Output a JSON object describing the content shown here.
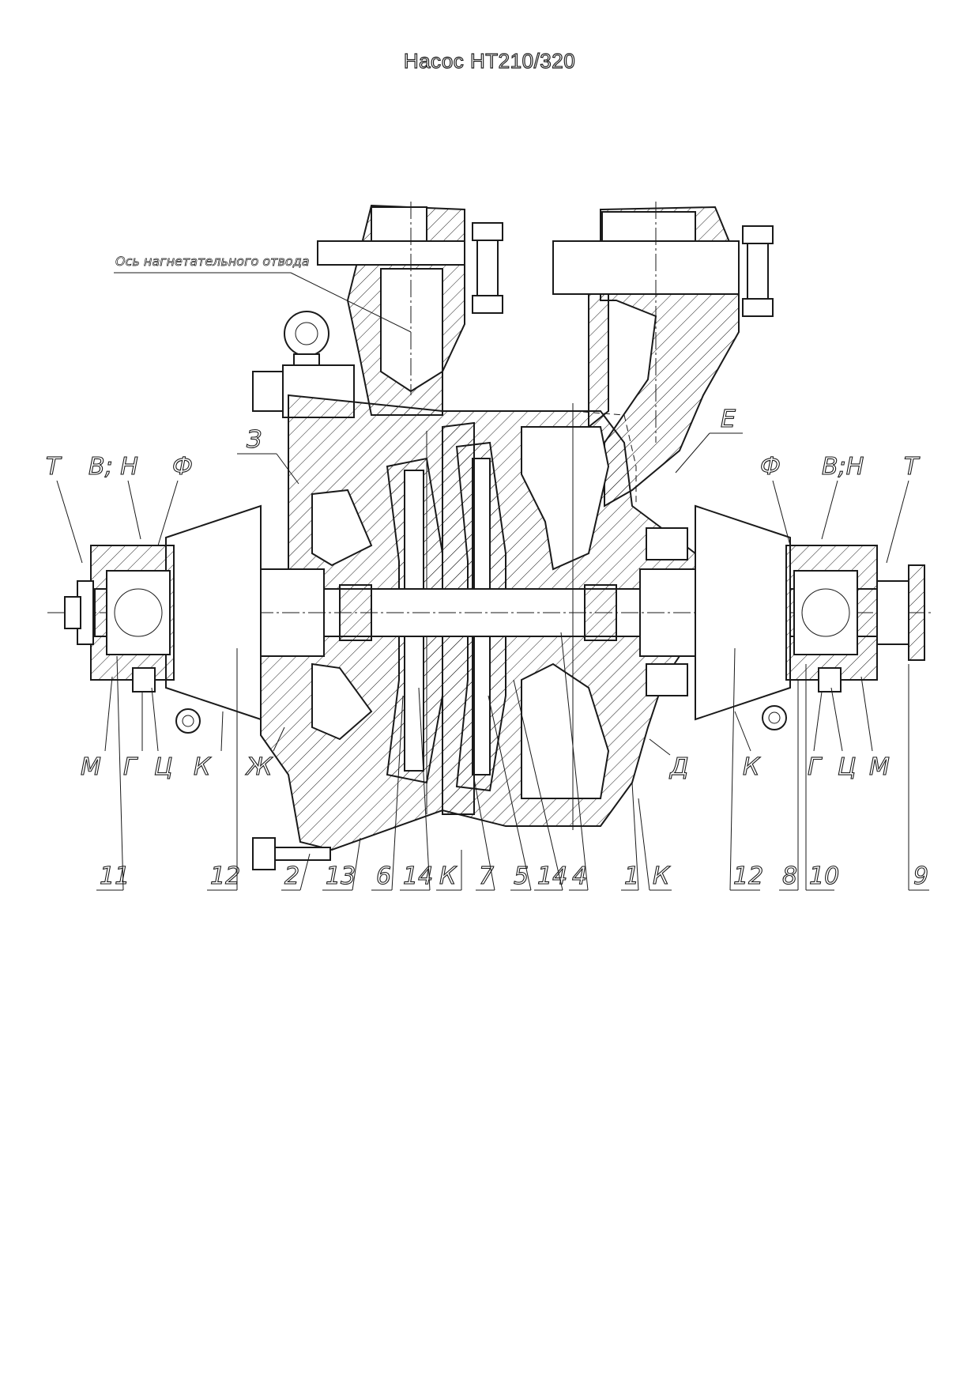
{
  "title": "Насос НТ210/320",
  "axis_note": "Ось нагнетательного отвода",
  "part_labels": [
    "11",
    "12",
    "2",
    "13",
    "6",
    "14",
    "К",
    "7",
    "5",
    "14",
    "4",
    "1",
    "К",
    "12",
    "8",
    "10",
    "9"
  ],
  "left_callouts": {
    "top": [
      "Т",
      "В; Н",
      "Ф",
      "З"
    ],
    "bottom": [
      "М",
      "Г",
      "Ц",
      "К",
      "Ж"
    ]
  },
  "right_callouts": {
    "top": [
      "Е",
      "Ф",
      "В;Н",
      "Т"
    ],
    "bottom": [
      "Д",
      "К",
      "Г",
      "Ц",
      "М"
    ]
  }
}
